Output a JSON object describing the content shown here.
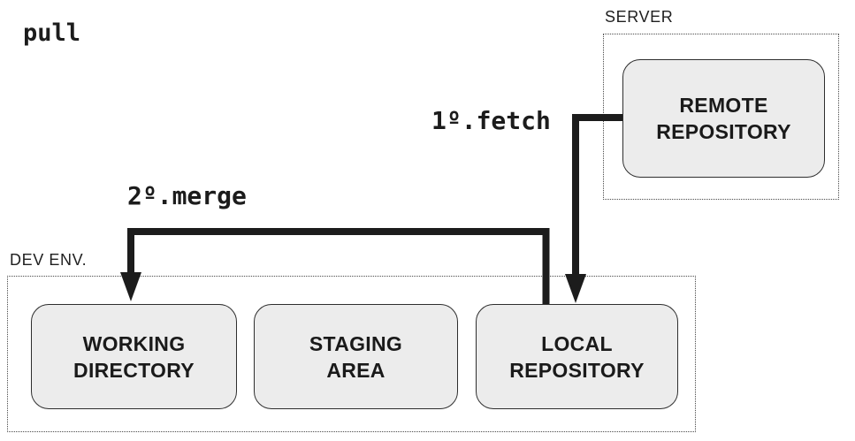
{
  "title": "pull",
  "containers": {
    "server": {
      "label": "SERVER"
    },
    "dev_env": {
      "label": "DEV ENV."
    }
  },
  "nodes": {
    "remote_repository": {
      "label": "REMOTE\nREPOSITORY",
      "container": "SERVER"
    },
    "working_directory": {
      "label": "WORKING\nDIRECTORY",
      "container": "DEV ENV."
    },
    "staging_area": {
      "label": "STAGING\nAREA",
      "container": "DEV ENV."
    },
    "local_repository": {
      "label": "LOCAL\nREPOSITORY",
      "container": "DEV ENV."
    }
  },
  "arrows": {
    "fetch": {
      "label": "1º.fetch",
      "from": "REMOTE REPOSITORY",
      "to": "LOCAL REPOSITORY"
    },
    "merge": {
      "label": "2º.merge",
      "from": "LOCAL REPOSITORY",
      "to": "WORKING DIRECTORY"
    }
  },
  "colors": {
    "background": "#ffffff",
    "node_fill": "#ececec",
    "node_border": "#2e2e2e",
    "container_border": "#4a4a4a",
    "arrow": "#1c1c1c",
    "text": "#1a1a1a"
  }
}
